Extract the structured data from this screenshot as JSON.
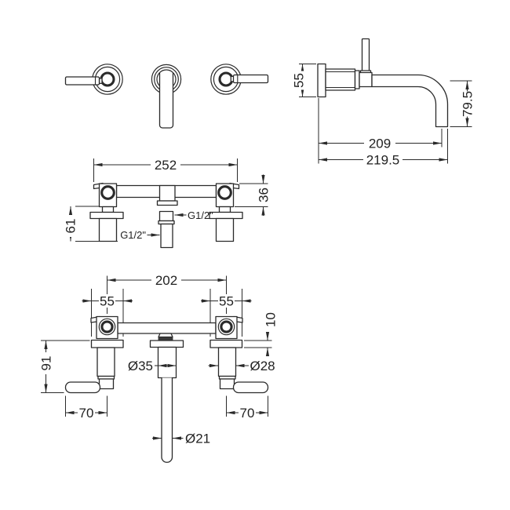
{
  "drawing": {
    "title": "wall-mounted-3-hole-basin-mixer-technical-drawing",
    "background_color": "#ffffff",
    "line_color": "#2a2a2a",
    "views": {
      "spout_side": {
        "dims": {
          "flange_diameter": "55",
          "spout_drop": "79.5",
          "spout_reach": "209",
          "spout_reach_overall": "219.5"
        }
      },
      "rough_in": {
        "dims": {
          "overall_width": "252",
          "body_depth": "36",
          "valve_depth": "61",
          "inlet_connection_top": "G1/2\"",
          "inlet_connection_bottom": "G1/2\""
        }
      },
      "front": {
        "dims": {
          "handle_centres": "202",
          "flange_diameter_left": "55",
          "flange_diameter_right": "55",
          "flange_thickness": "10",
          "valve_height": "91",
          "spout_body_diameter": "Ø35",
          "valve_body_diameter": "Ø28",
          "lever_reach_left": "70",
          "lever_reach_right": "70",
          "spout_outlet_diameter": "Ø21"
        }
      }
    }
  }
}
